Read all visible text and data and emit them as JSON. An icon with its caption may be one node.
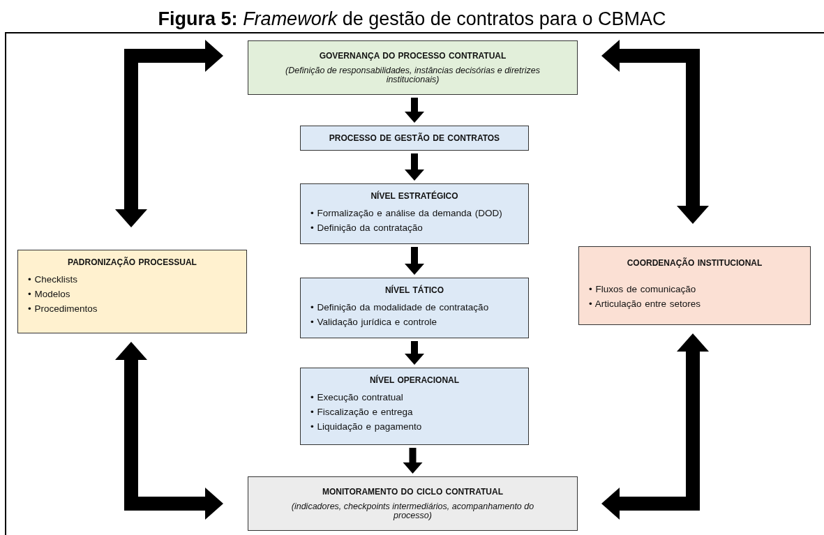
{
  "diagram": {
    "title": "**Figura 5:** *Framework* de gestão de contratos para o CBMAC",
    "nodes": [
      {
        "text": [
          "GOVERNANÇA DO PROCESSO CONTRATUAL",
          "(Definição de responsabilidades, instâncias decisórias e diretrizes institucionais)"
        ]
      },
      {
        "text": [
          "PROCESSO DE GESTÃO DE CONTRATOS"
        ]
      },
      {
        "text": [
          "NÍVEL ESTRATÉGICO",
          "• Formalização e análise da demanda (DOD)",
          "• Definição da contratação"
        ]
      },
      {
        "text": [
          "PADRONIZAÇÃO PROCESSUAL",
          "• Checklists",
          "• Modelos",
          "• Procedimentos"
        ]
      },
      {
        "text": [
          "NÍVEL TÁTICO",
          "• Definição da modalidade de contratação",
          "• Validação jurídica e controle"
        ]
      },
      {
        "text": [
          "COORDENAÇÃO INSTITUCIONAL",
          "• Fluxos de comunicação",
          "• Articulação entre setores"
        ]
      },
      {
        "text": [
          "NÍVEL OPERACIONAL",
          "• Execução contratual",
          "• Fiscalização e entrega",
          "• Liquidação e pagamento"
        ]
      },
      {
        "text": [
          "MONITORAMENTO DO CICLO CONTRATUAL",
          "(indicadores, checkpoints intermediários, acompanhamento do processo)"
        ]
      }
    ],
    "edges": [
      {
        "from": 0,
        "to": 1,
        "arrow": "to"
      },
      {
        "from": 1,
        "to": 2,
        "arrow": "to"
      },
      {
        "from": 2,
        "to": 4,
        "arrow": "to"
      },
      {
        "from": 4,
        "to": 6,
        "arrow": "to"
      },
      {
        "from": 6,
        "to": 7,
        "arrow": "to"
      },
      {
        "from": 3,
        "to": 0,
        "arrow": "both",
        "style": "thick"
      },
      {
        "from": 3,
        "to": 7,
        "arrow": "both",
        "style": "thick"
      },
      {
        "from": 5,
        "to": 0,
        "arrow": "both",
        "style": "thick"
      },
      {
        "from": 5,
        "to": 7,
        "arrow": "both",
        "style": "thick"
      }
    ]
  }
}
